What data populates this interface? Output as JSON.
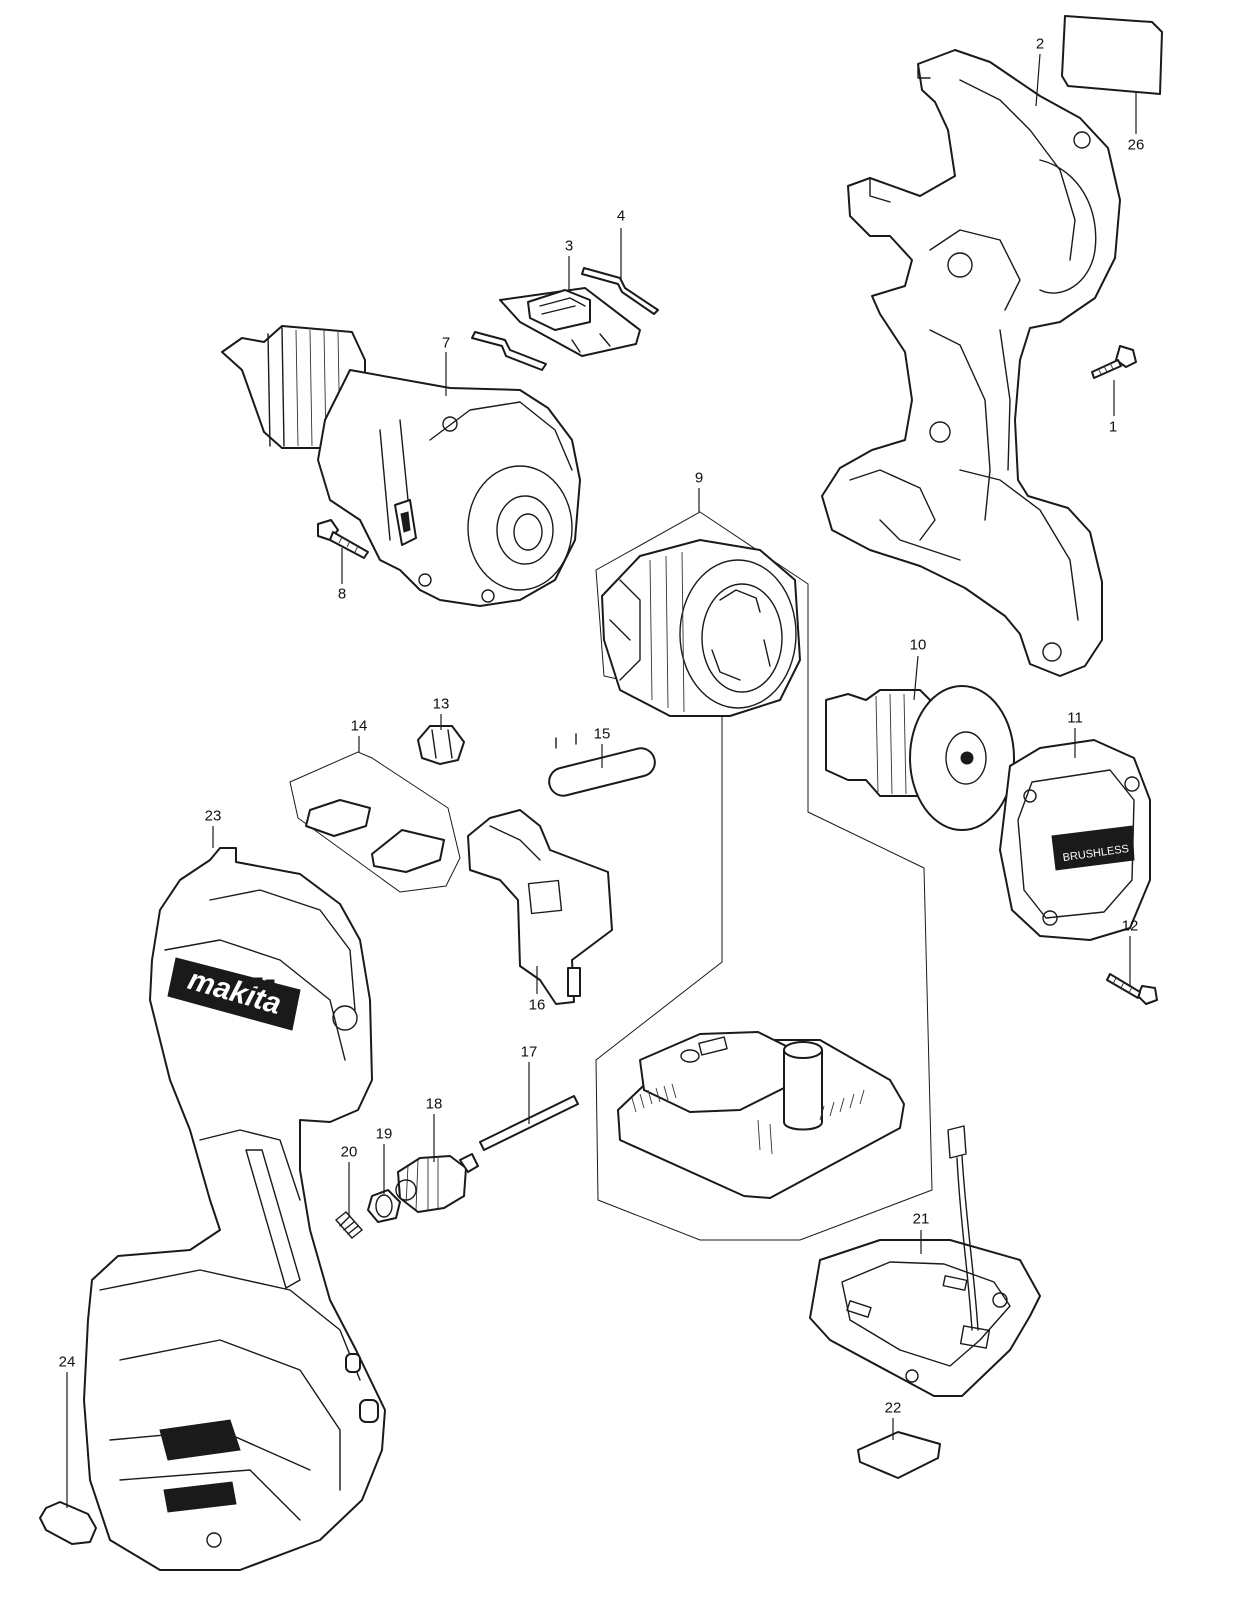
{
  "labels": [
    {
      "id": "1",
      "text": "1"
    },
    {
      "id": "2",
      "text": "2"
    },
    {
      "id": "3",
      "text": "3"
    },
    {
      "id": "4",
      "text": "4"
    },
    {
      "id": "7",
      "text": "7"
    },
    {
      "id": "8",
      "text": "8"
    },
    {
      "id": "9",
      "text": "9"
    },
    {
      "id": "10",
      "text": "10"
    },
    {
      "id": "11",
      "text": "11"
    },
    {
      "id": "12",
      "text": "12"
    },
    {
      "id": "13",
      "text": "13"
    },
    {
      "id": "14",
      "text": "14"
    },
    {
      "id": "15",
      "text": "15"
    },
    {
      "id": "16",
      "text": "16"
    },
    {
      "id": "17",
      "text": "17"
    },
    {
      "id": "18",
      "text": "18"
    },
    {
      "id": "19",
      "text": "19"
    },
    {
      "id": "20",
      "text": "20"
    },
    {
      "id": "21",
      "text": "21"
    },
    {
      "id": "22",
      "text": "22"
    },
    {
      "id": "23",
      "text": "23"
    },
    {
      "id": "24",
      "text": "24"
    },
    {
      "id": "26",
      "text": "26"
    }
  ],
  "branding": {
    "logo_text": "makita",
    "motor_cover_text": "BRUSHLESS"
  }
}
